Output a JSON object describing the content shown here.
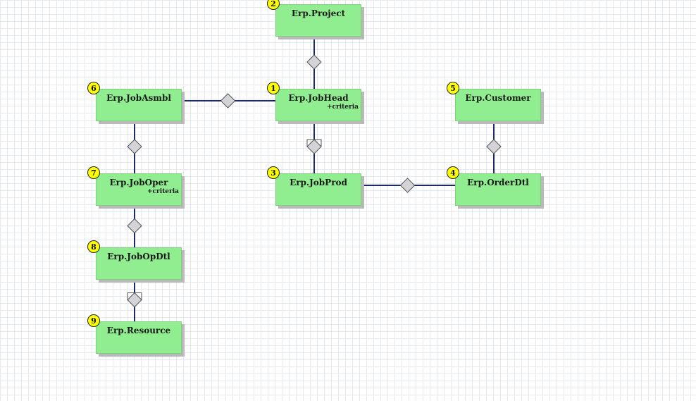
{
  "diagram": {
    "tables": [
      {
        "id": "project",
        "label": "Erp.Project",
        "number": "2",
        "criteria": ""
      },
      {
        "id": "jobhead",
        "label": "Erp.JobHead",
        "number": "1",
        "criteria": "+criteria"
      },
      {
        "id": "jobasmbl",
        "label": "Erp.JobAsmbl",
        "number": "6",
        "criteria": ""
      },
      {
        "id": "customer",
        "label": "Erp.Customer",
        "number": "5",
        "criteria": ""
      },
      {
        "id": "jobprod",
        "label": "Erp.JobProd",
        "number": "3",
        "criteria": ""
      },
      {
        "id": "orderdtl",
        "label": "Erp.OrderDtl",
        "number": "4",
        "criteria": ""
      },
      {
        "id": "joboper",
        "label": "Erp.JobOper",
        "number": "7",
        "criteria": "+criteria"
      },
      {
        "id": "jobopdtl",
        "label": "Erp.JobOpDtl",
        "number": "8",
        "criteria": ""
      },
      {
        "id": "resource",
        "label": "Erp.Resource",
        "number": "9",
        "criteria": ""
      }
    ],
    "relations": [
      {
        "from": "project",
        "to": "jobhead",
        "marker": "diamond"
      },
      {
        "from": "jobasmbl",
        "to": "jobhead",
        "marker": "diamond"
      },
      {
        "from": "jobhead",
        "to": "jobprod",
        "marker": "diamond-flag"
      },
      {
        "from": "customer",
        "to": "orderdtl",
        "marker": "diamond"
      },
      {
        "from": "jobprod",
        "to": "orderdtl",
        "marker": "diamond"
      },
      {
        "from": "jobasmbl",
        "to": "joboper",
        "marker": "diamond"
      },
      {
        "from": "joboper",
        "to": "jobopdtl",
        "marker": "diamond"
      },
      {
        "from": "jobopdtl",
        "to": "resource",
        "marker": "diamond-flag"
      }
    ],
    "colors": {
      "box": "#90ee90",
      "badge": "#ffff00",
      "line": "#1c2a6b",
      "diamond": "#d4d4d8"
    }
  }
}
